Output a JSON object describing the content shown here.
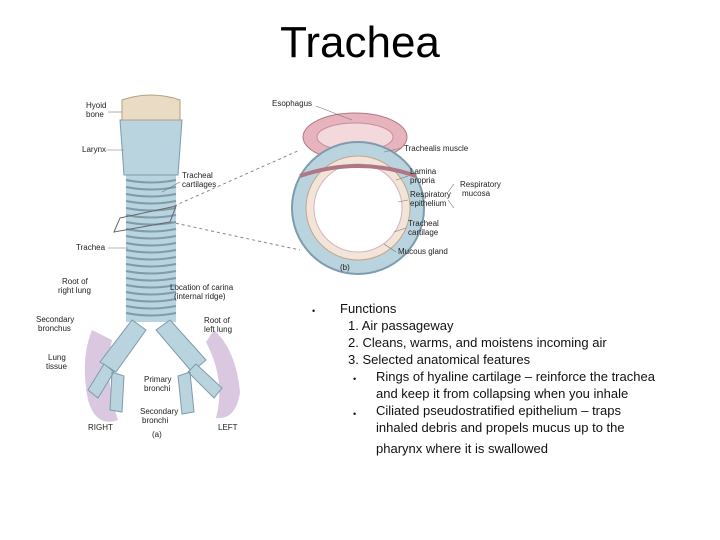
{
  "slide": {
    "title": "Trachea"
  },
  "figure": {
    "labels_a": {
      "hyoid": [
        "Hyoid",
        "bone"
      ],
      "larynx": "Larynx",
      "tracheal_cartilages": [
        "Tracheal",
        "cartilages"
      ],
      "trachea": "Trachea",
      "root_right": [
        "Root of",
        "right lung"
      ],
      "carina": [
        "Location of carina",
        "(internal ridge)"
      ],
      "secondary_bronchus": [
        "Secondary",
        "bronchus"
      ],
      "root_left": [
        "Root of",
        "left lung"
      ],
      "lung_tissue": [
        "Lung",
        "tissue"
      ],
      "primary_bronchi": [
        "Primary",
        "bronchi"
      ],
      "secondary_bronchi": [
        "Secondary",
        "bronchi"
      ],
      "right": "RIGHT",
      "left": "LEFT",
      "panel": "(a)"
    },
    "labels_b": {
      "esophagus": "Esophagus",
      "trachealis": "Trachealis muscle",
      "lamina": [
        "Lamina",
        "propria"
      ],
      "respiratory_mucosa": [
        "Respiratory",
        "mucosa"
      ],
      "respiratory_epithelium": [
        "Respiratory",
        "epithelium"
      ],
      "tracheal_cartilage": [
        "Tracheal",
        "cartilage"
      ],
      "mucous_gland": "Mucous gland",
      "panel": "(b)"
    }
  },
  "content": {
    "heading": "Functions",
    "items": [
      "1.   Air passageway",
      "2. Cleans, warms, and moistens incoming air",
      "3. Selected anatomical features"
    ],
    "subitems": [
      [
        "Rings of hyaline cartilage – reinforce the trachea",
        "and keep it from collapsing when you inhale"
      ],
      [
        " Ciliated pseudostratified epithelium – traps",
        "inhaled debris and propels mucus up to the",
        "pharynx where it is swallowed"
      ]
    ]
  },
  "colors": {
    "cartilage": "#b9d3df",
    "lung": "#d9c8e0",
    "mucosa": "#e7b3bd"
  }
}
